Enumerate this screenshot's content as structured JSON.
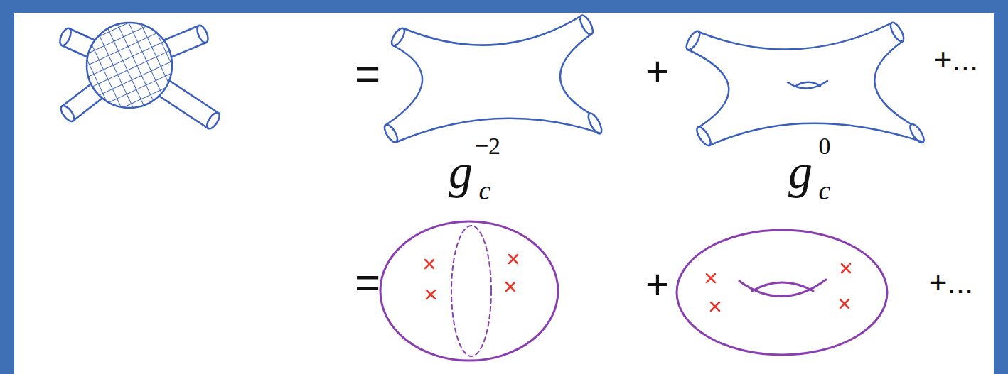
{
  "diagram": {
    "labels": [
      "=",
      "+",
      "+...",
      "g",
      "c",
      "−2",
      "g",
      "c",
      "0",
      "=",
      "+",
      "+..."
    ]
  }
}
